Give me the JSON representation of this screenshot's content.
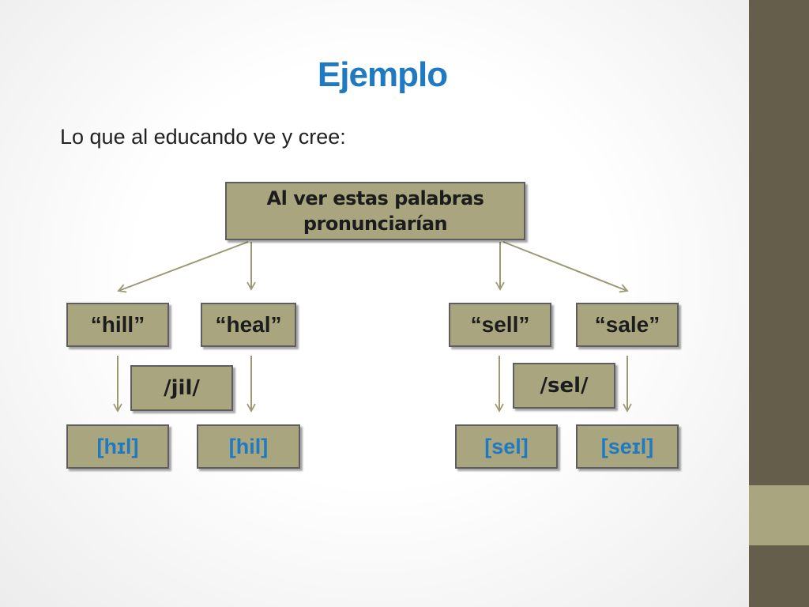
{
  "slide": {
    "title": "Ejemplo",
    "subtitle": "Lo que al educando ve y cree:"
  },
  "diagram": {
    "root": "Al ver estas palabras pronunciarían",
    "words": [
      "“hill”",
      "“heal”",
      "“sell”",
      "“sale”"
    ],
    "phonemes": [
      "/jil/",
      "/sel/"
    ],
    "pronunciations": [
      "[hɪl]",
      "[hil]",
      "[sel]",
      "[seɪl]"
    ]
  },
  "colors": {
    "title": "#1f7ac2",
    "box_fill": "#a8a57f",
    "box_border": "#5e5e5e",
    "side_band": "#655e4b",
    "arrow": "#9c9a72"
  }
}
